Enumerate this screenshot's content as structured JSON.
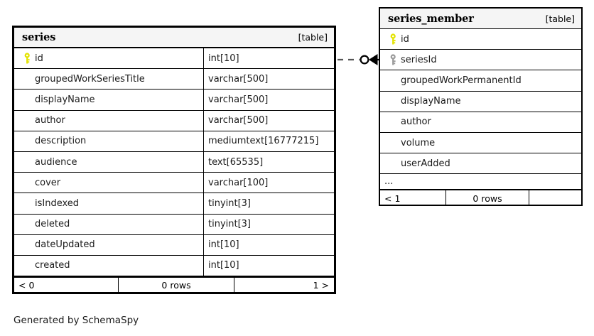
{
  "diagram": {
    "kind_label": "[table]",
    "caption": "Generated by SchemaSpy",
    "colors": {
      "background": "#ffffff",
      "border": "#000000",
      "header_fill": "#f5f5f5",
      "primary_key": "#e3e300",
      "foreign_key": "#9b9b9b",
      "text": "#1a1a1a"
    }
  },
  "tables": {
    "series": {
      "name": "series",
      "kind": "[table]",
      "columns": [
        {
          "name": "id",
          "type": "int[10]",
          "key": "primary-key-icon"
        },
        {
          "name": "groupedWorkSeriesTitle",
          "type": "varchar[500]",
          "key": null
        },
        {
          "name": "displayName",
          "type": "varchar[500]",
          "key": null
        },
        {
          "name": "author",
          "type": "varchar[500]",
          "key": null
        },
        {
          "name": "description",
          "type": "mediumtext[16777215]",
          "key": null
        },
        {
          "name": "audience",
          "type": "text[65535]",
          "key": null
        },
        {
          "name": "cover",
          "type": "varchar[100]",
          "key": null
        },
        {
          "name": "isIndexed",
          "type": "tinyint[3]",
          "key": null
        },
        {
          "name": "deleted",
          "type": "tinyint[3]",
          "key": null
        },
        {
          "name": "dateUpdated",
          "type": "int[10]",
          "key": null
        },
        {
          "name": "created",
          "type": "int[10]",
          "key": null
        }
      ],
      "has_ellipsis": false,
      "footer": {
        "prev": "< 0",
        "count": "0 rows",
        "next": "1 >"
      }
    },
    "series_member": {
      "name": "series_member",
      "kind": "[table]",
      "columns": [
        {
          "name": "id",
          "type": null,
          "key": "primary-key-icon"
        },
        {
          "name": "seriesId",
          "type": null,
          "key": "foreign-key-icon"
        },
        {
          "name": "groupedWorkPermanentId",
          "type": null,
          "key": null
        },
        {
          "name": "displayName",
          "type": null,
          "key": null
        },
        {
          "name": "author",
          "type": null,
          "key": null
        },
        {
          "name": "volume",
          "type": null,
          "key": null
        },
        {
          "name": "userAdded",
          "type": null,
          "key": null
        }
      ],
      "has_ellipsis": true,
      "ellipsis": "...",
      "footer": {
        "prev": "< 1",
        "count": "0 rows",
        "next": ""
      }
    }
  },
  "relationship": {
    "name": "series-to-series-member",
    "from_table": "series",
    "from_column": "id",
    "to_table": "series_member",
    "to_column": "seriesId",
    "line_style": "dashed",
    "start_marker": "none",
    "end_marker": "zero-or-many-crowsfoot"
  }
}
